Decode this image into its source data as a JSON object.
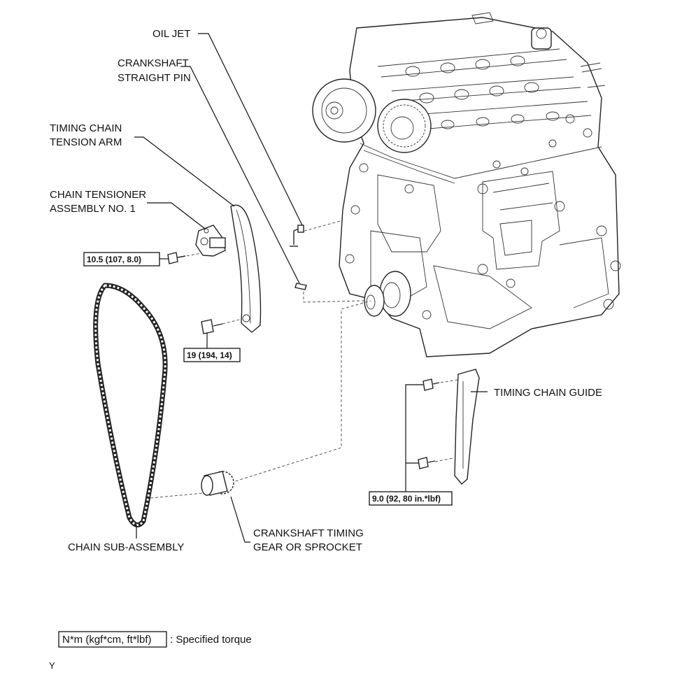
{
  "labels": {
    "oil_jet": "OIL JET",
    "crank_pin_1": "CRANKSHAFT",
    "crank_pin_2": "STRAIGHT PIN",
    "tension_arm_1": "TIMING CHAIN",
    "tension_arm_2": "TENSION ARM",
    "tensioner_1": "CHAIN TENSIONER",
    "tensioner_2": "ASSEMBLY NO. 1",
    "chain_guide": "TIMING CHAIN GUIDE",
    "chain_sub": "CHAIN SUB-ASSEMBLY",
    "sprocket_1": "CRANKSHAFT TIMING",
    "sprocket_2": "GEAR OR SPROCKET"
  },
  "torques": {
    "tensioner_bolt": "10.5 (107, 8.0)",
    "arm_bolt": "19 (194, 14)",
    "guide_bolts": "9.0 (92, 80 in.*lbf)"
  },
  "legend": {
    "unit_box": "N*m (kgf*cm, ft*lbf)",
    "text": ": Specified torque"
  },
  "corner_code": "Y"
}
